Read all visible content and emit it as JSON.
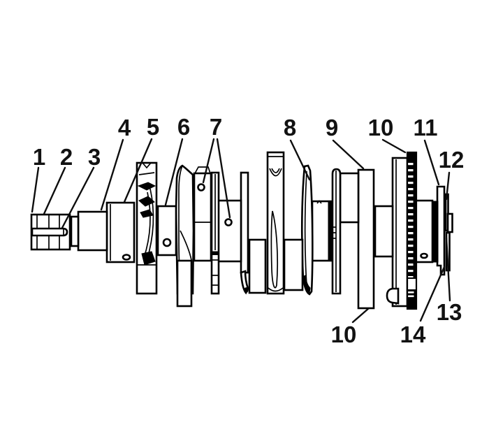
{
  "figure": {
    "kind": "technical-line-diagram",
    "subject": "crankshaft assembly with numbered callouts",
    "background_color": "#ffffff",
    "line_color": "#000000",
    "label_color": "#121212"
  },
  "callouts": [
    {
      "id": "callout-1",
      "label": "1"
    },
    {
      "id": "callout-2",
      "label": "2"
    },
    {
      "id": "callout-3",
      "label": "3"
    },
    {
      "id": "callout-4",
      "label": "4"
    },
    {
      "id": "callout-5",
      "label": "5"
    },
    {
      "id": "callout-6",
      "label": "6"
    },
    {
      "id": "callout-7",
      "label": "7"
    },
    {
      "id": "callout-8",
      "label": "8"
    },
    {
      "id": "callout-9",
      "label": "9"
    },
    {
      "id": "callout-10-top",
      "label": "10"
    },
    {
      "id": "callout-11",
      "label": "11"
    },
    {
      "id": "callout-12",
      "label": "12"
    },
    {
      "id": "callout-13",
      "label": "13"
    },
    {
      "id": "callout-14",
      "label": "14"
    },
    {
      "id": "callout-10-bottom",
      "label": "10"
    }
  ]
}
